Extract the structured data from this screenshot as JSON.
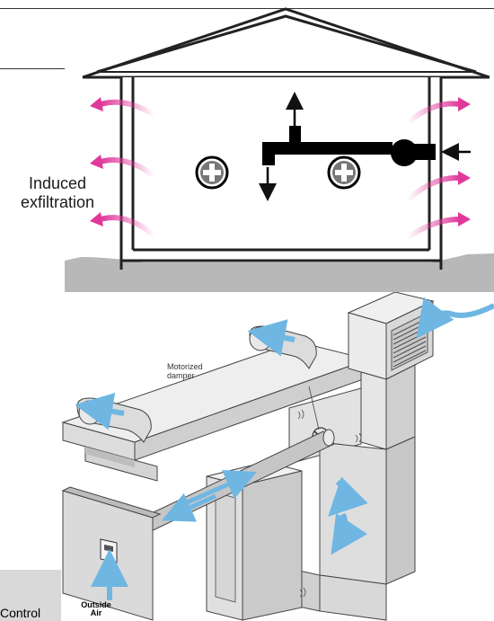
{
  "house": {
    "label_exfiltration": "Induced\nexfiltration"
  },
  "hvac": {
    "label_damper": "Motorized\ndamper",
    "label_outside_air": "Outside\nAir"
  },
  "caption": {
    "control_label": "Control"
  },
  "colors": {
    "exfiltration_arrow": "#e0399a",
    "airflow_arrow": "#6fb6e3",
    "ground": "#b8b8b8",
    "duct": "#e4e4e4",
    "duct_shade": "#c4c4c4",
    "outline": "#222222"
  },
  "icons": [
    "plus-circle-icon",
    "fan-icon",
    "arrow-icon",
    "louver-grille-icon",
    "wall-switch-icon"
  ]
}
